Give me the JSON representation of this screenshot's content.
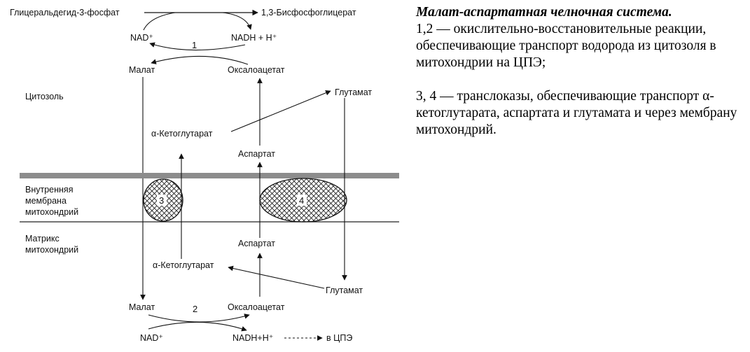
{
  "diagram": {
    "top_substrate": "Глицеральдегид-3-фосфат",
    "top_product": "1,3-Бисфосфоглицерат",
    "nad_top": "NAD⁺",
    "nadh_top": "NADH + H⁺",
    "reaction_1": "1",
    "malate_cytosol": "Малат",
    "oxaloacetate_cytosol": "Оксалоацетат",
    "region_cytosol": "Цитозоль",
    "glutamate_cytosol": "Глутамат",
    "akg_cytosol": "α-Кетоглутарат",
    "aspartate_cytosol": "Аспартат",
    "region_membrane": [
      "Внутренняя",
      "мембрана",
      "митохондрий"
    ],
    "translocase_3": "3",
    "translocase_4": "4",
    "region_matrix": [
      "Матрикс",
      "митохондрий"
    ],
    "aspartate_matrix": "Аспартат",
    "akg_matrix": "α-Кетоглутарат",
    "glutamate_matrix": "Глутамат",
    "malate_matrix": "Малат",
    "reaction_2": "2",
    "oxaloacetate_matrix": "Оксалоацетат",
    "nad_bottom": "NAD⁺",
    "nadh_bottom": "NADH+H⁺",
    "to_etc": "в ЦПЭ"
  },
  "caption": {
    "title": "Малат-аспартатная челночная система.",
    "para1": "1,2 — окислительно-восстановительные реакции, обеспечивающие транспорт водорода из цитозоля в митохондрии на ЦПЭ;",
    "para2": "3, 4 — транслоказы, обеспечивающие транспорт α-кетоглутарата, аспартата и глутамата и через мембрану митохондрий."
  }
}
